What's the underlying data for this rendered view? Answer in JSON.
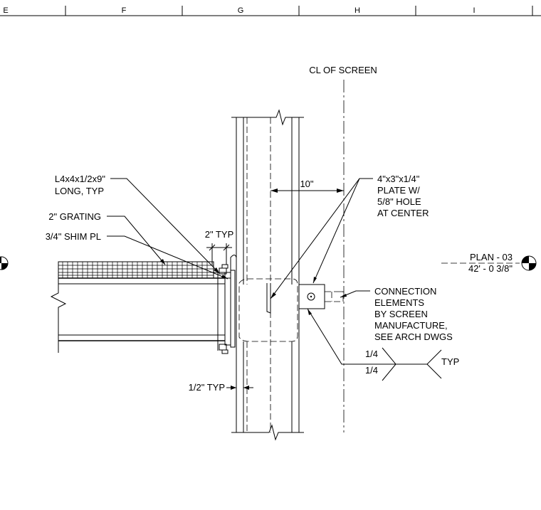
{
  "grid_labels": [
    "E",
    "F",
    "G",
    "H",
    "I"
  ],
  "cl_label": "CL OF SCREEN",
  "dimension_10": "10\"",
  "angle_label": [
    "L4x4x1/2x9\"",
    "LONG, TYP"
  ],
  "grating_label": "2\" GRATING",
  "shim_label": "3/4\" SHIM PL",
  "typ_spacing_label": "2\" TYP",
  "plate_label": [
    "4\"x3\"x1/4\"",
    "PLATE W/",
    "5/8\" HOLE",
    "AT CENTER"
  ],
  "section_ref": {
    "title": "PLAN - 03",
    "elevation": "42' - 0 3/8\""
  },
  "connection_label": [
    "CONNECTION",
    "ELEMENTS",
    "BY SCREEN",
    "MANUFACTURE,",
    "SEE ARCH DWGS"
  ],
  "weld": {
    "top": "1/4",
    "bottom": "1/4",
    "note": "TYP"
  },
  "half_typ_label": "1/2\" TYP"
}
